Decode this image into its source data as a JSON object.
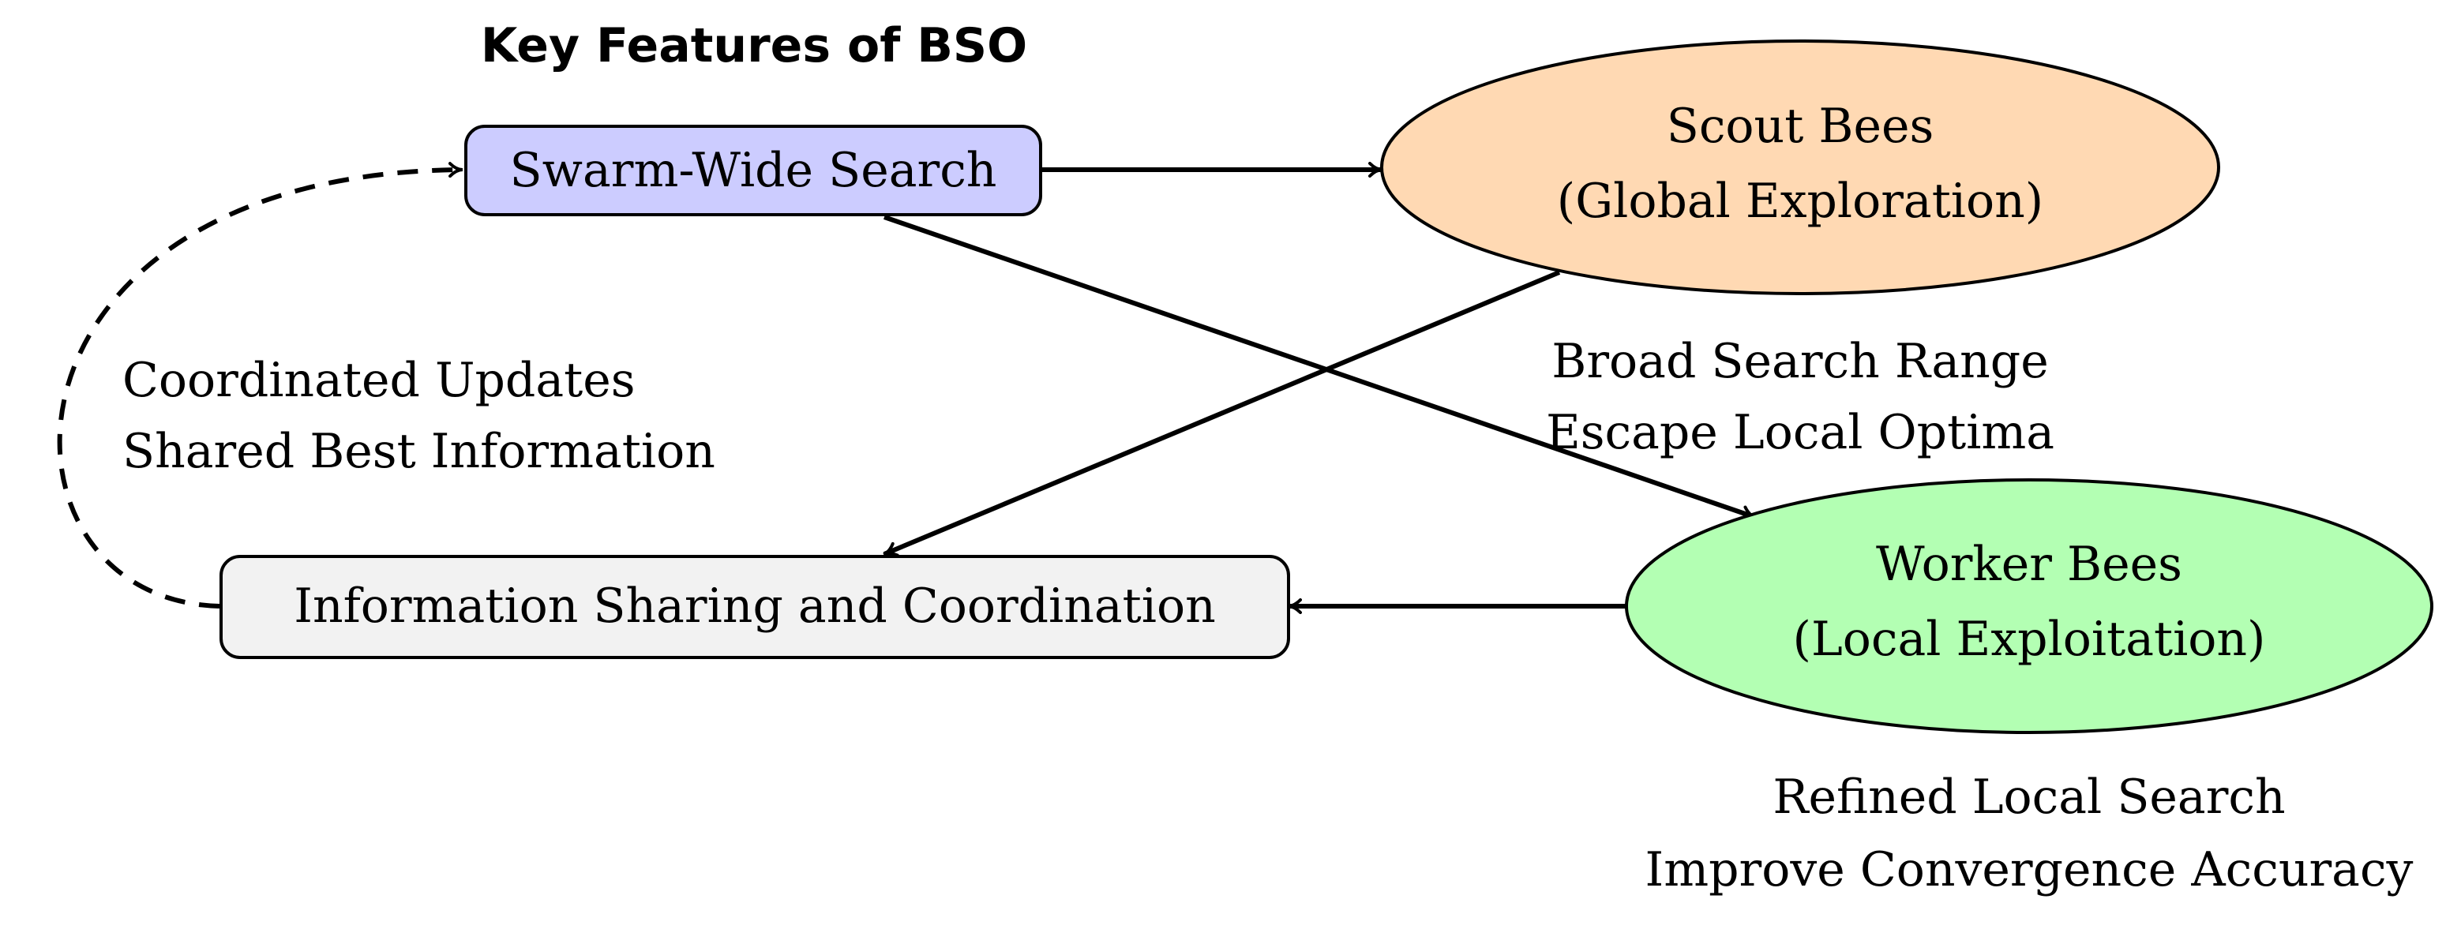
{
  "title": "Key Features of BSO",
  "nodes": {
    "swarm": {
      "label": "Swarm-Wide Search",
      "fill": "#CCCCFF"
    },
    "scout": {
      "line1": "Scout Bees",
      "line2": "(Global Exploration)",
      "fill": "#FFD9B3"
    },
    "worker": {
      "line1": "Worker Bees",
      "line2": "(Local Exploitation)",
      "fill": "#B3FFB3"
    },
    "info": {
      "label": "Information Sharing and Coordination",
      "fill": "#F2F2F2"
    }
  },
  "notes": {
    "scout": {
      "line1": "Broad Search Range",
      "line2": "Escape Local Optima"
    },
    "worker": {
      "line1": "Refined Local Search",
      "line2": "Improve Convergence Accuracy"
    },
    "feedback": {
      "line1": "Coordinated Updates",
      "line2": "Shared Best Information"
    }
  }
}
